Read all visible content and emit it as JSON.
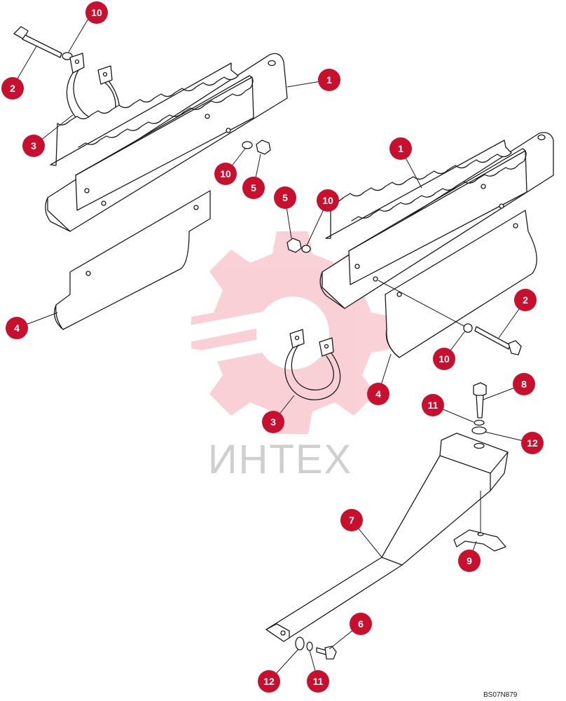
{
  "diagram": {
    "reference_code": "BS07N879",
    "watermark": {
      "text": "ИНТЕХ",
      "color": "#e85a6a",
      "text_color": "#cfcfcf"
    },
    "callout_color": "#c8102e",
    "callouts": [
      {
        "id": "c-10-a",
        "label": "10"
      },
      {
        "id": "c-2-a",
        "label": "2"
      },
      {
        "id": "c-3-a",
        "label": "3"
      },
      {
        "id": "c-1-a",
        "label": "1"
      },
      {
        "id": "c-10-b",
        "label": "10"
      },
      {
        "id": "c-5-a",
        "label": "5"
      },
      {
        "id": "c-5-b",
        "label": "5"
      },
      {
        "id": "c-10-c",
        "label": "10"
      },
      {
        "id": "c-4-a",
        "label": "4"
      },
      {
        "id": "c-1-b",
        "label": "1"
      },
      {
        "id": "c-2-b",
        "label": "2"
      },
      {
        "id": "c-10-d",
        "label": "10"
      },
      {
        "id": "c-4-b",
        "label": "4"
      },
      {
        "id": "c-3-b",
        "label": "3"
      },
      {
        "id": "c-8",
        "label": "8"
      },
      {
        "id": "c-11-a",
        "label": "11"
      },
      {
        "id": "c-12-a",
        "label": "12"
      },
      {
        "id": "c-7",
        "label": "7"
      },
      {
        "id": "c-9",
        "label": "9"
      },
      {
        "id": "c-6",
        "label": "6"
      },
      {
        "id": "c-12-b",
        "label": "12"
      },
      {
        "id": "c-11-b",
        "label": "11"
      }
    ]
  }
}
